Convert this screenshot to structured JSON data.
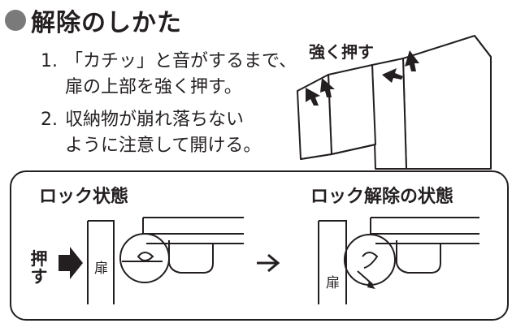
{
  "heading": {
    "title": "解除のしかた"
  },
  "steps": [
    {
      "number": "1.",
      "line1": "「カチッ」と音がするまで、",
      "line2": "扉の上部を強く押す。"
    },
    {
      "number": "2.",
      "line1": "収納物が崩れ落ちない",
      "line2": "ように注意して開ける。"
    }
  ],
  "fridge": {
    "push_label": "強く押す"
  },
  "panel": {
    "locked_title": "ロック状態",
    "unlocked_title": "ロック解除の状態",
    "push_char_1": "押",
    "push_char_2": "す",
    "door_label_left": "扉",
    "door_label_right": "扉"
  }
}
